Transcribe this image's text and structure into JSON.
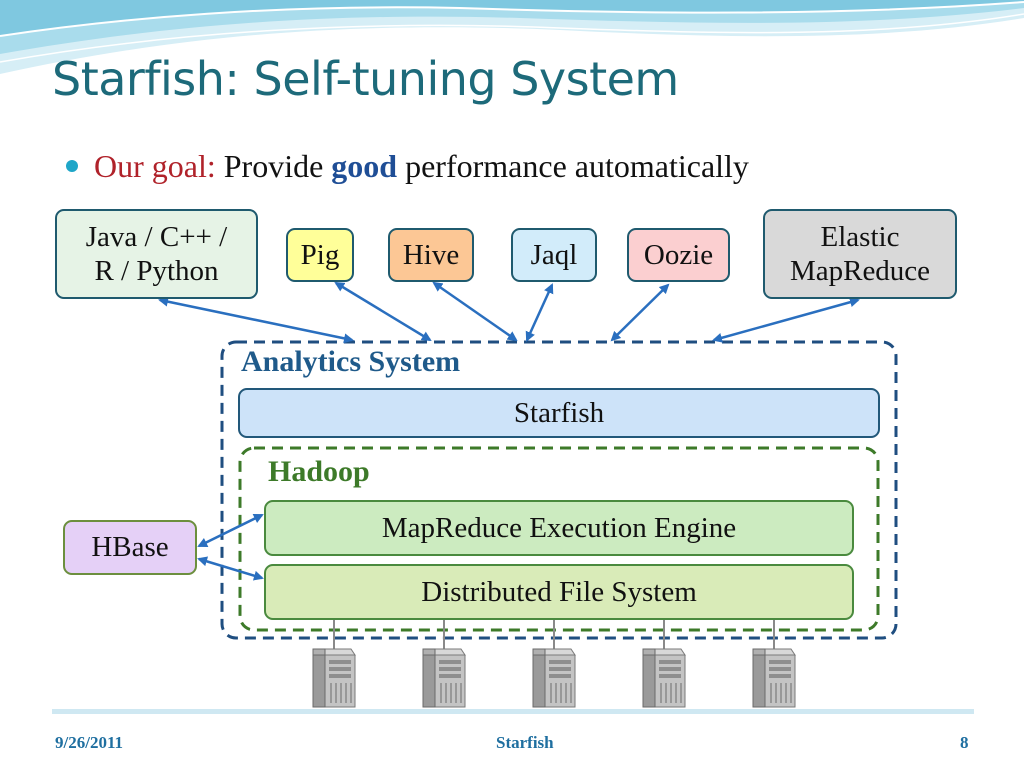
{
  "slide": {
    "title": "Starfish: Self-tuning System",
    "bullet": {
      "prefix": "Our goal:",
      "text_before": " Provide ",
      "emphasis": "good",
      "text_after": " performance automatically"
    },
    "languages": [
      {
        "line1": "Java / C++ /",
        "line2": "R / Python"
      },
      {
        "label": "Pig"
      },
      {
        "label": "Hive"
      },
      {
        "label": "Jaql"
      },
      {
        "label": "Oozie"
      },
      {
        "line1": "Elastic",
        "line2": "MapReduce"
      }
    ],
    "analytics_label": "Analytics System",
    "starfish_label": "Starfish",
    "hadoop_label": "Hadoop",
    "mapreduce_label": "MapReduce Execution Engine",
    "dfs_label": "Distributed File System",
    "hbase_label": "HBase",
    "server_icon": "server-icon",
    "footer": {
      "date": "9/26/2011",
      "center": "Starfish",
      "page": "8"
    }
  },
  "colors": {
    "title": "#1d6a7a",
    "goal": "#b0222a",
    "good": "#1f4e96",
    "analytics_border": "#1f4e80",
    "hadoop_border": "#3d7a29",
    "arrow": "#2a6fbf"
  }
}
